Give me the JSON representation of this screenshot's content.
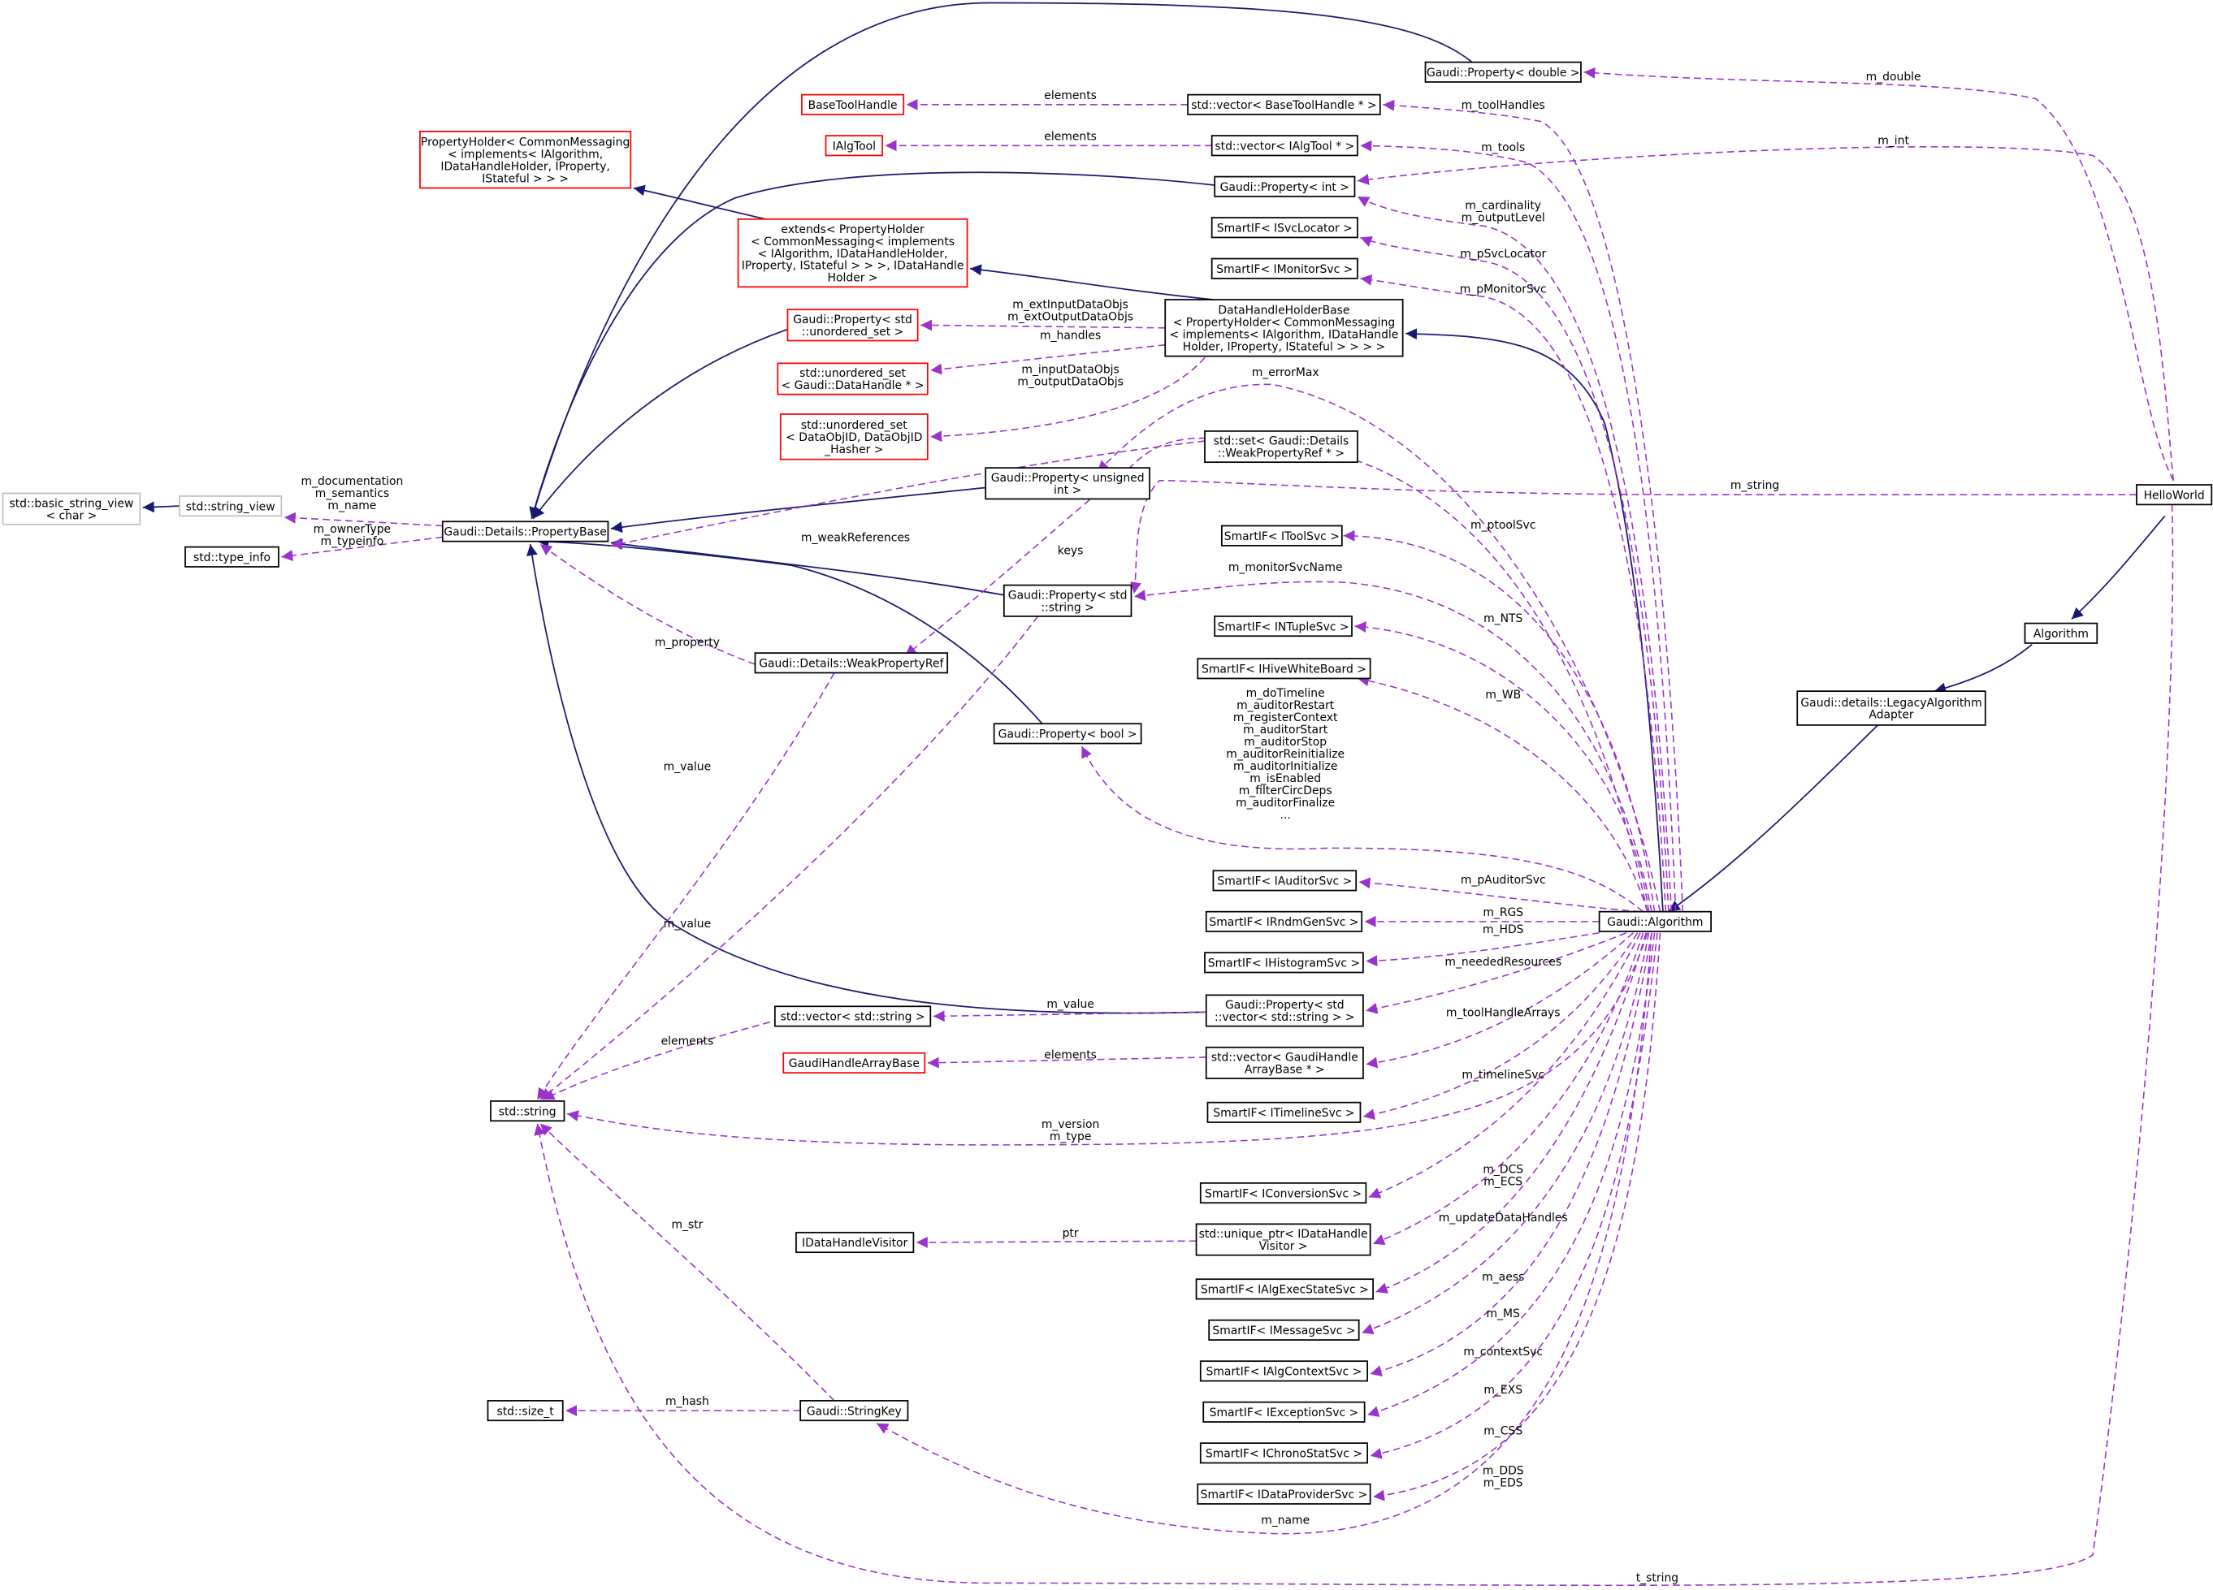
{
  "colors": {
    "inherit_edge": "#191970",
    "usage_edge": "#9a32cd",
    "node_border": "#000000",
    "node_missing_border": "#ff0000",
    "node_external_border": "#bfbfbf",
    "focus_fill": "#bfbfbf"
  },
  "nodes": [
    {
      "id": "HelloWorld",
      "lines": [
        "HelloWorld"
      ],
      "style": "focus"
    },
    {
      "id": "Algorithm",
      "lines": [
        "Algorithm"
      ],
      "style": "normal"
    },
    {
      "id": "LegacyAlgorithmAdapter",
      "lines": [
        "Gaudi::details::LegacyAlgorithm",
        "Adapter"
      ],
      "style": "normal"
    },
    {
      "id": "GaudiAlgorithm",
      "lines": [
        "Gaudi::Algorithm"
      ],
      "style": "normal"
    },
    {
      "id": "PropDouble",
      "lines": [
        "Gaudi::Property< double >"
      ],
      "style": "normal"
    },
    {
      "id": "VecBaseToolHandle",
      "lines": [
        "std::vector< BaseToolHandle * >"
      ],
      "style": "normal"
    },
    {
      "id": "BaseToolHandle",
      "lines": [
        "BaseToolHandle"
      ],
      "style": "missing"
    },
    {
      "id": "VecIAlgTool",
      "lines": [
        "std::vector< IAlgTool * >"
      ],
      "style": "normal"
    },
    {
      "id": "IAlgTool",
      "lines": [
        "IAlgTool"
      ],
      "style": "missing"
    },
    {
      "id": "PropertyHolder",
      "lines": [
        "PropertyHolder< CommonMessaging",
        "< implements< IAlgorithm,",
        "IDataHandleHolder, IProperty,",
        "IStateful > > >"
      ],
      "style": "missing"
    },
    {
      "id": "PropInt",
      "lines": [
        "Gaudi::Property< int >"
      ],
      "style": "normal"
    },
    {
      "id": "SmartISvcLocator",
      "lines": [
        "SmartIF< ISvcLocator >"
      ],
      "style": "normal"
    },
    {
      "id": "Extends",
      "lines": [
        "extends< PropertyHolder",
        "< CommonMessaging< implements",
        "< IAlgorithm, IDataHandleHolder,",
        "IProperty, IStateful > > >, IDataHandle",
        "Holder >"
      ],
      "style": "missing"
    },
    {
      "id": "SmartIMonitorSvc",
      "lines": [
        "SmartIF< IMonitorSvc >"
      ],
      "style": "normal"
    },
    {
      "id": "PropUnorderedSet",
      "lines": [
        "Gaudi::Property< std",
        "::unordered_set >"
      ],
      "style": "missing"
    },
    {
      "id": "DataHandleHolderBase",
      "lines": [
        "DataHandleHolderBase",
        "< PropertyHolder< CommonMessaging",
        "< implements< IAlgorithm, IDataHandle",
        "Holder, IProperty, IStateful > > > >"
      ],
      "style": "normal"
    },
    {
      "id": "UnorderedSetDataHandle",
      "lines": [
        "std::unordered_set",
        "< Gaudi::DataHandle * >"
      ],
      "style": "missing"
    },
    {
      "id": "UnorderedSetDataObjID",
      "lines": [
        "std::unordered_set",
        "< DataObjID, DataObjID",
        "_Hasher >"
      ],
      "style": "missing"
    },
    {
      "id": "SetWeakPropertyRef",
      "lines": [
        "std::set< Gaudi::Details",
        "::WeakPropertyRef * >"
      ],
      "style": "normal"
    },
    {
      "id": "PropUnsignedInt",
      "lines": [
        "Gaudi::Property< unsigned",
        "int >"
      ],
      "style": "normal"
    },
    {
      "id": "BasicStringView",
      "lines": [
        "std::basic_string_view",
        "< char >"
      ],
      "style": "external"
    },
    {
      "id": "StringView",
      "lines": [
        "std::string_view"
      ],
      "style": "external"
    },
    {
      "id": "PropertyBase",
      "lines": [
        "Gaudi::Details::PropertyBase"
      ],
      "style": "normal"
    },
    {
      "id": "TypeInfo",
      "lines": [
        "std::type_info"
      ],
      "style": "normal"
    },
    {
      "id": "SmartIToolSvc",
      "lines": [
        "SmartIF< IToolSvc >"
      ],
      "style": "normal"
    },
    {
      "id": "PropStdString",
      "lines": [
        "Gaudi::Property< std",
        "::string >"
      ],
      "style": "normal"
    },
    {
      "id": "SmartINTupleSvc",
      "lines": [
        "SmartIF< INTupleSvc >"
      ],
      "style": "normal"
    },
    {
      "id": "WeakPropertyRef",
      "lines": [
        "Gaudi::Details::WeakPropertyRef"
      ],
      "style": "normal"
    },
    {
      "id": "SmartIHiveWhiteBoard",
      "lines": [
        "SmartIF< IHiveWhiteBoard >"
      ],
      "style": "normal"
    },
    {
      "id": "PropBool",
      "lines": [
        "Gaudi::Property< bool >"
      ],
      "style": "normal"
    },
    {
      "id": "SmartIAuditorSvc",
      "lines": [
        "SmartIF< IAuditorSvc >"
      ],
      "style": "normal"
    },
    {
      "id": "SmartIRndmGenSvc",
      "lines": [
        "SmartIF< IRndmGenSvc >"
      ],
      "style": "normal"
    },
    {
      "id": "SmartIHistogramSvc",
      "lines": [
        "SmartIF< IHistogramSvc >"
      ],
      "style": "normal"
    },
    {
      "id": "VecStdString",
      "lines": [
        "std::vector< std::string >"
      ],
      "style": "normal"
    },
    {
      "id": "PropVecString",
      "lines": [
        "Gaudi::Property< std",
        "::vector< std::string > >"
      ],
      "style": "normal"
    },
    {
      "id": "GaudiHandleArrayBase",
      "lines": [
        "GaudiHandleArrayBase"
      ],
      "style": "missing"
    },
    {
      "id": "VecGaudiHandleArrayBase",
      "lines": [
        "std::vector< GaudiHandle",
        "ArrayBase * >"
      ],
      "style": "normal"
    },
    {
      "id": "StdString",
      "lines": [
        "std::string"
      ],
      "style": "normal"
    },
    {
      "id": "SmartITimelineSvc",
      "lines": [
        "SmartIF< ITimelineSvc >"
      ],
      "style": "normal"
    },
    {
      "id": "SmartIConversionSvc",
      "lines": [
        "SmartIF< IConversionSvc >"
      ],
      "style": "normal"
    },
    {
      "id": "IDataHandleVisitor",
      "lines": [
        "IDataHandleVisitor"
      ],
      "style": "normal"
    },
    {
      "id": "UniquePtrVisitor",
      "lines": [
        "std::unique_ptr< IDataHandle",
        "Visitor >"
      ],
      "style": "normal"
    },
    {
      "id": "SmartIAlgExecStateSvc",
      "lines": [
        "SmartIF< IAlgExecStateSvc >"
      ],
      "style": "normal"
    },
    {
      "id": "SmartIMessageSvc",
      "lines": [
        "SmartIF< IMessageSvc >"
      ],
      "style": "normal"
    },
    {
      "id": "SmartIAlgContextSvc",
      "lines": [
        "SmartIF< IAlgContextSvc >"
      ],
      "style": "normal"
    },
    {
      "id": "SizeT",
      "lines": [
        "std::size_t"
      ],
      "style": "normal"
    },
    {
      "id": "StringKey",
      "lines": [
        "Gaudi::StringKey"
      ],
      "style": "normal"
    },
    {
      "id": "SmartIExceptionSvc",
      "lines": [
        "SmartIF< IExceptionSvc >"
      ],
      "style": "normal"
    },
    {
      "id": "SmartIChronoStatSvc",
      "lines": [
        "SmartIF< IChronoStatSvc >"
      ],
      "style": "normal"
    },
    {
      "id": "SmartIDataProviderSvc",
      "lines": [
        "SmartIF< IDataProviderSvc >"
      ],
      "style": "normal"
    }
  ],
  "edge_labels": [
    {
      "id": "l_m_double",
      "lines": [
        "m_double"
      ]
    },
    {
      "id": "l_m_int",
      "lines": [
        "m_int"
      ]
    },
    {
      "id": "l_m_string",
      "lines": [
        "m_string"
      ]
    },
    {
      "id": "l_t_string",
      "lines": [
        "t_string"
      ]
    },
    {
      "id": "l_m_toolHandles",
      "lines": [
        "m_toolHandles"
      ]
    },
    {
      "id": "l_elements_bth",
      "lines": [
        "elements"
      ]
    },
    {
      "id": "l_m_tools",
      "lines": [
        "m_tools"
      ]
    },
    {
      "id": "l_elements_iat",
      "lines": [
        "elements"
      ]
    },
    {
      "id": "l_m_cardinality",
      "lines": [
        "m_cardinality",
        "m_outputLevel"
      ]
    },
    {
      "id": "l_m_pSvcLocator",
      "lines": [
        "m_pSvcLocator"
      ]
    },
    {
      "id": "l_m_pMonitorSvc",
      "lines": [
        "m_pMonitorSvc"
      ]
    },
    {
      "id": "l_m_extData",
      "lines": [
        "m_extInputDataObjs",
        "m_extOutputDataObjs"
      ]
    },
    {
      "id": "l_m_handles",
      "lines": [
        "m_handles"
      ]
    },
    {
      "id": "l_m_inputData",
      "lines": [
        "m_inputDataObjs",
        "m_outputDataObjs"
      ]
    },
    {
      "id": "l_m_errorMax",
      "lines": [
        "m_errorMax"
      ]
    },
    {
      "id": "l_m_documentation",
      "lines": [
        "m_documentation",
        "m_semantics",
        "m_name"
      ]
    },
    {
      "id": "l_m_ownerType",
      "lines": [
        "m_ownerType",
        "m_typeinfo"
      ]
    },
    {
      "id": "l_m_weakReferences",
      "lines": [
        "m_weakReferences"
      ]
    },
    {
      "id": "l_keys",
      "lines": [
        "keys"
      ]
    },
    {
      "id": "l_m_ptoolSvc",
      "lines": [
        "m_ptoolSvc"
      ]
    },
    {
      "id": "l_m_monitorSvcName",
      "lines": [
        "m_monitorSvcName"
      ]
    },
    {
      "id": "l_m_property",
      "lines": [
        "m_property"
      ]
    },
    {
      "id": "l_m_NTS",
      "lines": [
        "m_NTS"
      ]
    },
    {
      "id": "l_m_WB",
      "lines": [
        "m_WB"
      ]
    },
    {
      "id": "l_m_doTimeline",
      "lines": [
        "m_doTimeline",
        "m_auditorRestart",
        "m_registerContext",
        "m_auditorStart",
        "m_auditorStop",
        "m_auditorReinitialize",
        "m_auditorInitialize",
        "m_isEnabled",
        "m_filterCircDeps",
        "m_auditorFinalize",
        "..."
      ]
    },
    {
      "id": "l_m_value_1",
      "lines": [
        "m_value"
      ]
    },
    {
      "id": "l_m_pAuditorSvc",
      "lines": [
        "m_pAuditorSvc"
      ]
    },
    {
      "id": "l_m_RGS",
      "lines": [
        "m_RGS"
      ]
    },
    {
      "id": "l_m_HDS",
      "lines": [
        "m_HDS"
      ]
    },
    {
      "id": "l_m_value_2",
      "lines": [
        "m_value"
      ]
    },
    {
      "id": "l_m_neededResources",
      "lines": [
        "m_neededResources"
      ]
    },
    {
      "id": "l_m_value_3",
      "lines": [
        "m_value"
      ]
    },
    {
      "id": "l_m_toolHandleArrays",
      "lines": [
        "m_toolHandleArrays"
      ]
    },
    {
      "id": "l_elements_str",
      "lines": [
        "elements"
      ]
    },
    {
      "id": "l_elements_gha",
      "lines": [
        "elements"
      ]
    },
    {
      "id": "l_m_timelineSvc",
      "lines": [
        "m_timelineSvc"
      ]
    },
    {
      "id": "l_m_version",
      "lines": [
        "m_version",
        "m_type"
      ]
    },
    {
      "id": "l_m_DCS",
      "lines": [
        "m_DCS",
        "m_ECS"
      ]
    },
    {
      "id": "l_m_updateDataHandles",
      "lines": [
        "m_updateDataHandles"
      ]
    },
    {
      "id": "l_ptr",
      "lines": [
        "ptr"
      ]
    },
    {
      "id": "l_m_str",
      "lines": [
        "m_str"
      ]
    },
    {
      "id": "l_m_aess",
      "lines": [
        "m_aess"
      ]
    },
    {
      "id": "l_m_MS",
      "lines": [
        "m_MS"
      ]
    },
    {
      "id": "l_m_contextSvc",
      "lines": [
        "m_contextSvc"
      ]
    },
    {
      "id": "l_m_EXS",
      "lines": [
        "m_EXS"
      ]
    },
    {
      "id": "l_m_hash",
      "lines": [
        "m_hash"
      ]
    },
    {
      "id": "l_m_CSS",
      "lines": [
        "m_CSS"
      ]
    },
    {
      "id": "l_m_DDS",
      "lines": [
        "m_DDS",
        "m_EDS"
      ]
    },
    {
      "id": "l_m_name",
      "lines": [
        "m_name"
      ]
    }
  ]
}
